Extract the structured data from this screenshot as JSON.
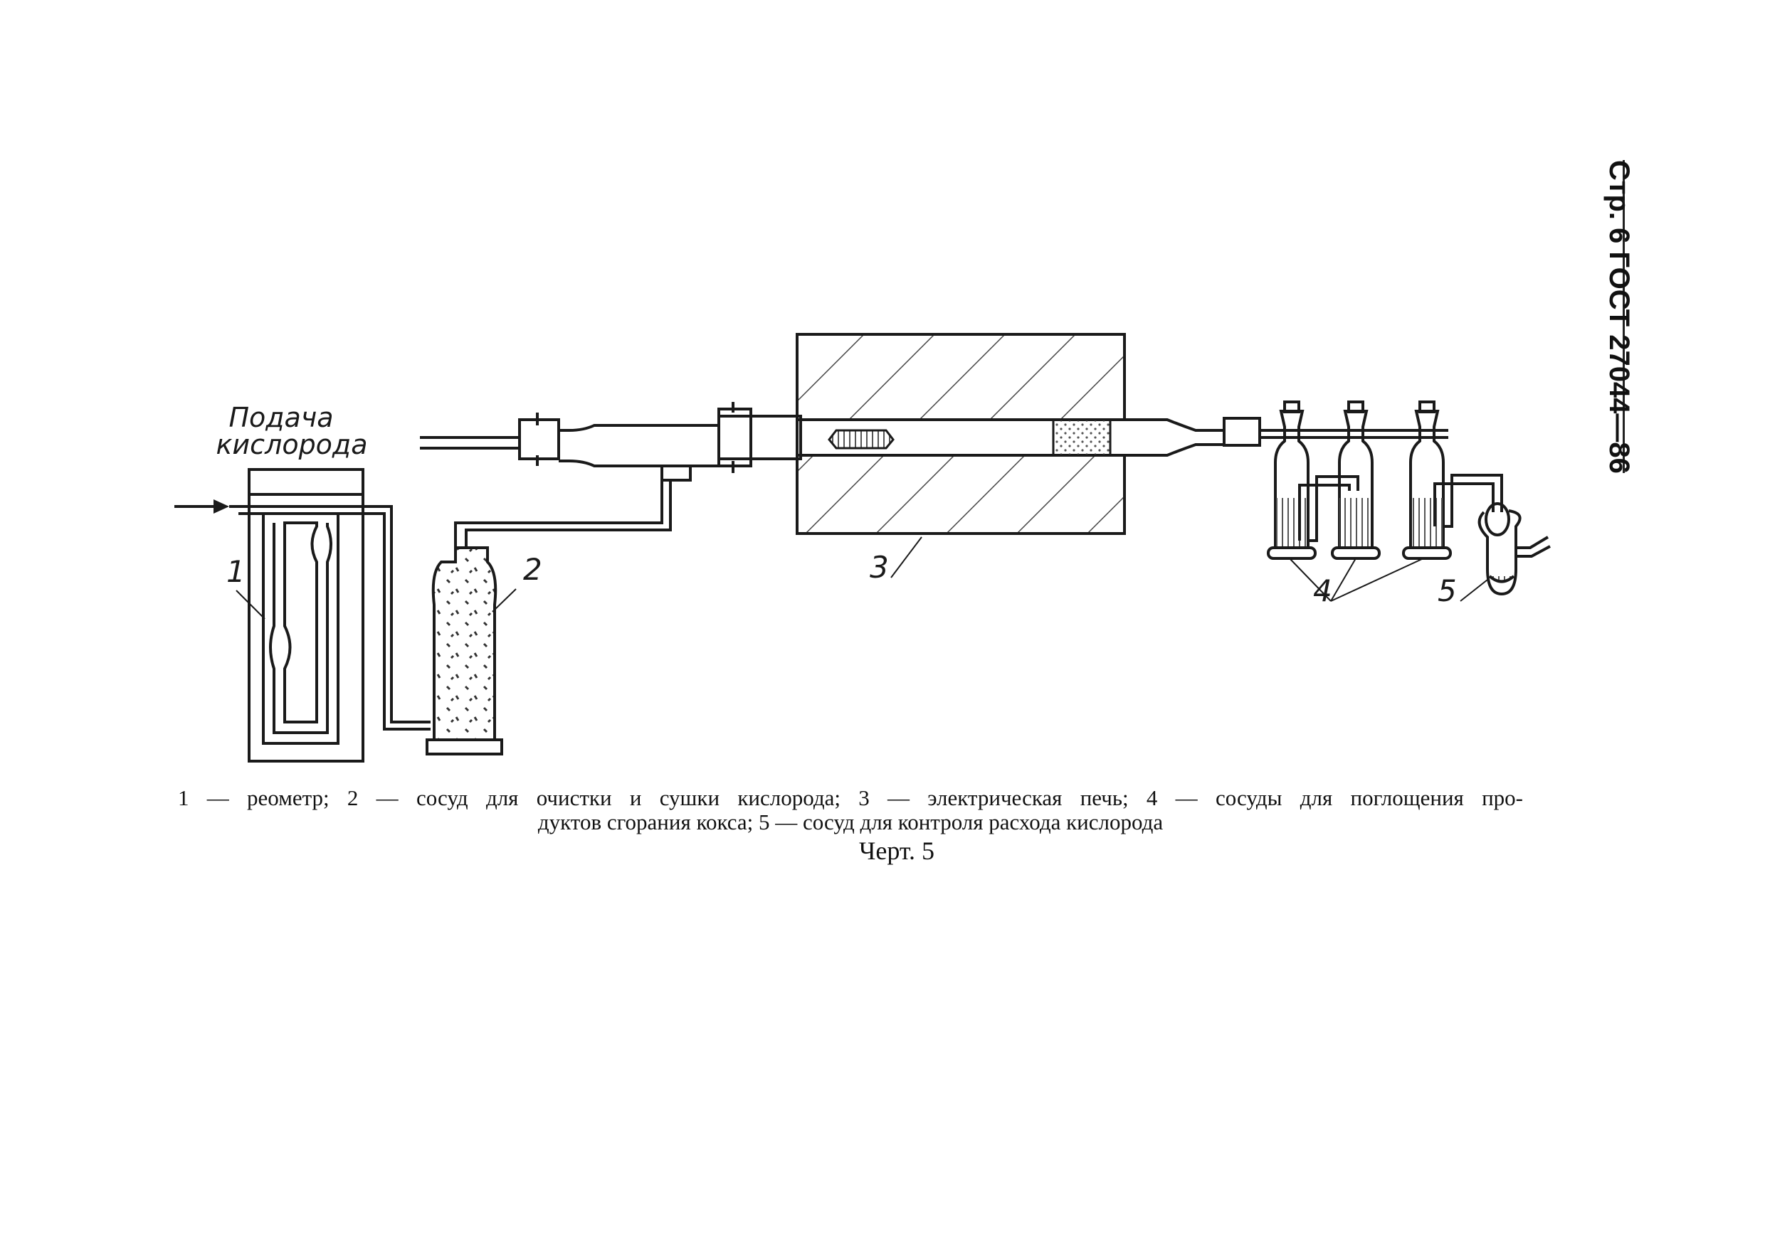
{
  "header": {
    "text": "Стр. 6 ГОСТ 27044—86"
  },
  "diagram": {
    "oxygen_feed_line1": "Подача",
    "oxygen_feed_line2": "кислорода",
    "callouts": {
      "c1": "1",
      "c2": "2",
      "c3": "3",
      "c4": "4",
      "c5": "5"
    }
  },
  "caption": {
    "line1": "1 — реометр; 2 — сосуд для очистки и сушки кислорода; 3 — электрическая печь; 4 — сосуды для поглощения про-",
    "line2": "дуктов сгорания кокса; 5 — сосуд для контроля расхода кислорода"
  },
  "figure_label": "Черт. 5",
  "colors": {
    "ink": "#1a1a1a",
    "paper": "#ffffff"
  }
}
